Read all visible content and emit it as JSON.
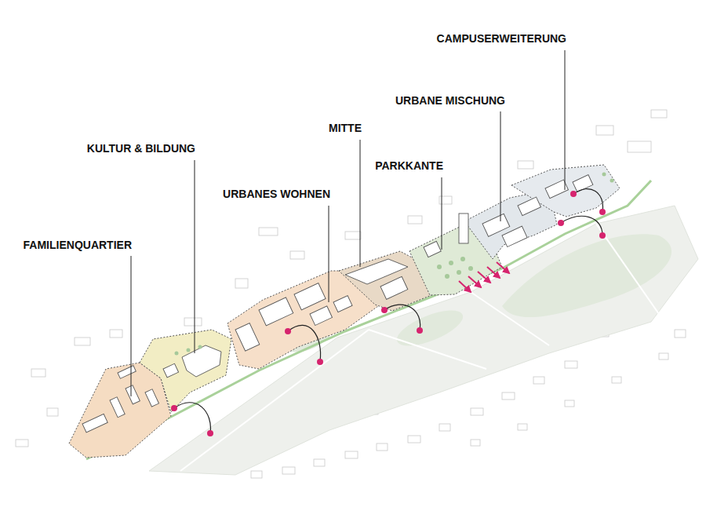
{
  "diagram": {
    "labels": [
      "FAMILIENQUARTIER",
      "KULTUR & BILDUNG",
      "URBANES WOHNEN",
      "MITTE",
      "PARKKANTE",
      "URBANE MISCHUNG",
      "CAMPUSERWEITERUNG"
    ]
  }
}
